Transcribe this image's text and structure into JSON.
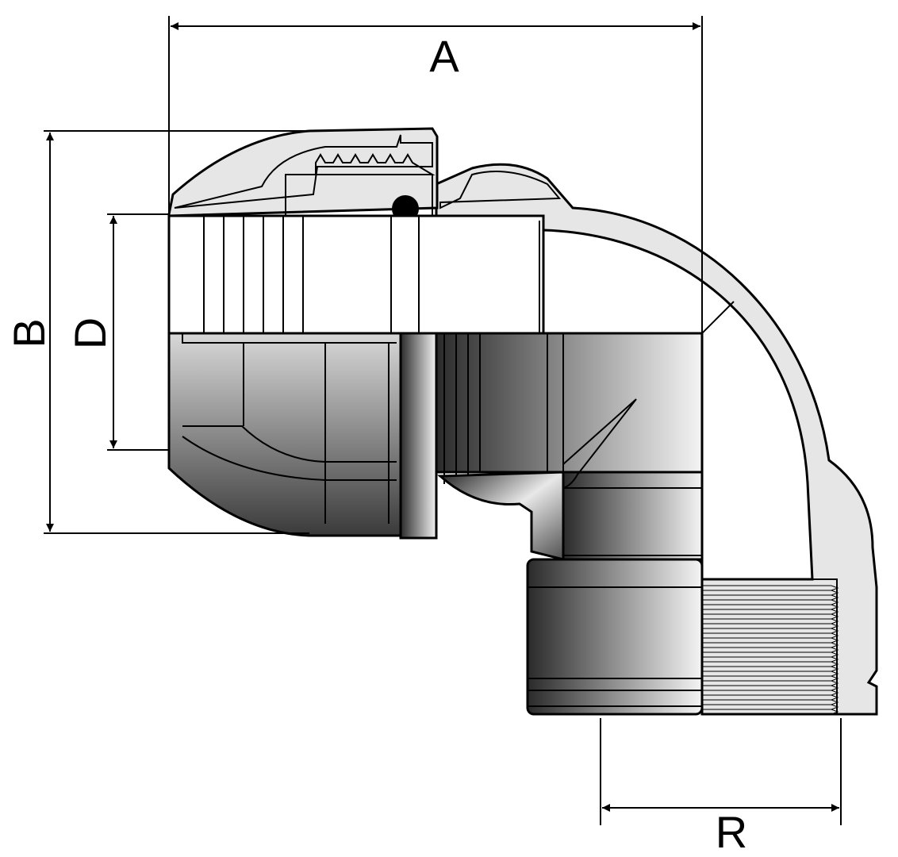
{
  "diagram": {
    "dimension_labels": {
      "a": "A",
      "b": "B",
      "d": "D",
      "r": "R"
    },
    "colors": {
      "outline": "#000000",
      "section_fill": "#e6e6e6",
      "dark_metal": "#2a2a2a",
      "light_metal": "#f0f0f0"
    }
  }
}
